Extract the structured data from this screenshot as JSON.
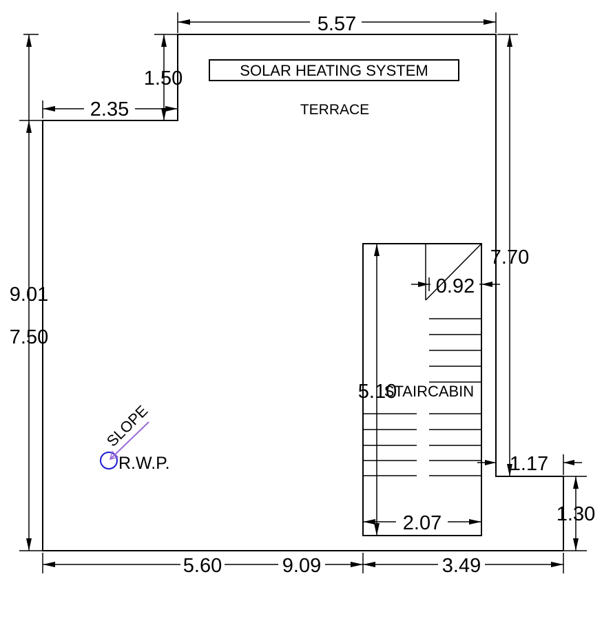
{
  "labels": {
    "solar_heating": "SOLAR  HEATING  SYSTEM",
    "terrace": "TERRACE",
    "staircabin": "STAIRCABIN",
    "rwp": "R.W.P.",
    "slope": "SLOPE"
  },
  "dimensions": {
    "top_width": "5.57",
    "notch_height": "1.50",
    "notch_width": "2.35",
    "left_total_height": "9.01",
    "left_height": "7.50",
    "right_height": "7.70",
    "stair_inner_width": "0.92",
    "stair_height": "5.10",
    "right_step_width": "1.17",
    "right_step_height": "1.30",
    "stair_width": "2.07",
    "bottom_left": "5.60",
    "bottom_total": "9.09",
    "bottom_right": "3.49"
  },
  "colors": {
    "lines": "#000000",
    "rwp_circle": "#1a1ad6",
    "slope_arrow": "#9a6ad8"
  }
}
